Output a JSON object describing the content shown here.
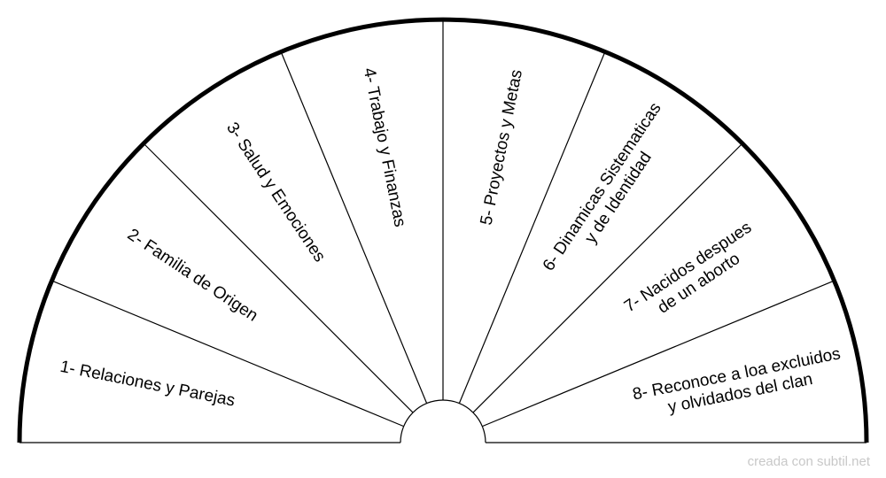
{
  "diagram": {
    "type": "half-circle-pendulum-chart",
    "segments": [
      {
        "lines": [
          "1- Relaciones y Parejas"
        ]
      },
      {
        "lines": [
          "2- Familia de Origen"
        ]
      },
      {
        "lines": [
          "3- Salud y Emociones"
        ]
      },
      {
        "lines": [
          "4- Trabajo y Finanzas"
        ]
      },
      {
        "lines": [
          "5- Proyectos y Metas"
        ]
      },
      {
        "lines": [
          "6- Dinamicas Sistematicas",
          "y de Identidad"
        ]
      },
      {
        "lines": [
          "7- Nacidos despues",
          "de un aborto"
        ]
      },
      {
        "lines": [
          "8- Reconoce a loa excluidos",
          "y olvidados del clan"
        ]
      }
    ],
    "colors": {
      "stroke": "#000000",
      "fill": "#ffffff",
      "credit": "#c8c8c8"
    }
  },
  "footer": {
    "credit": "creada con subtil.net"
  }
}
